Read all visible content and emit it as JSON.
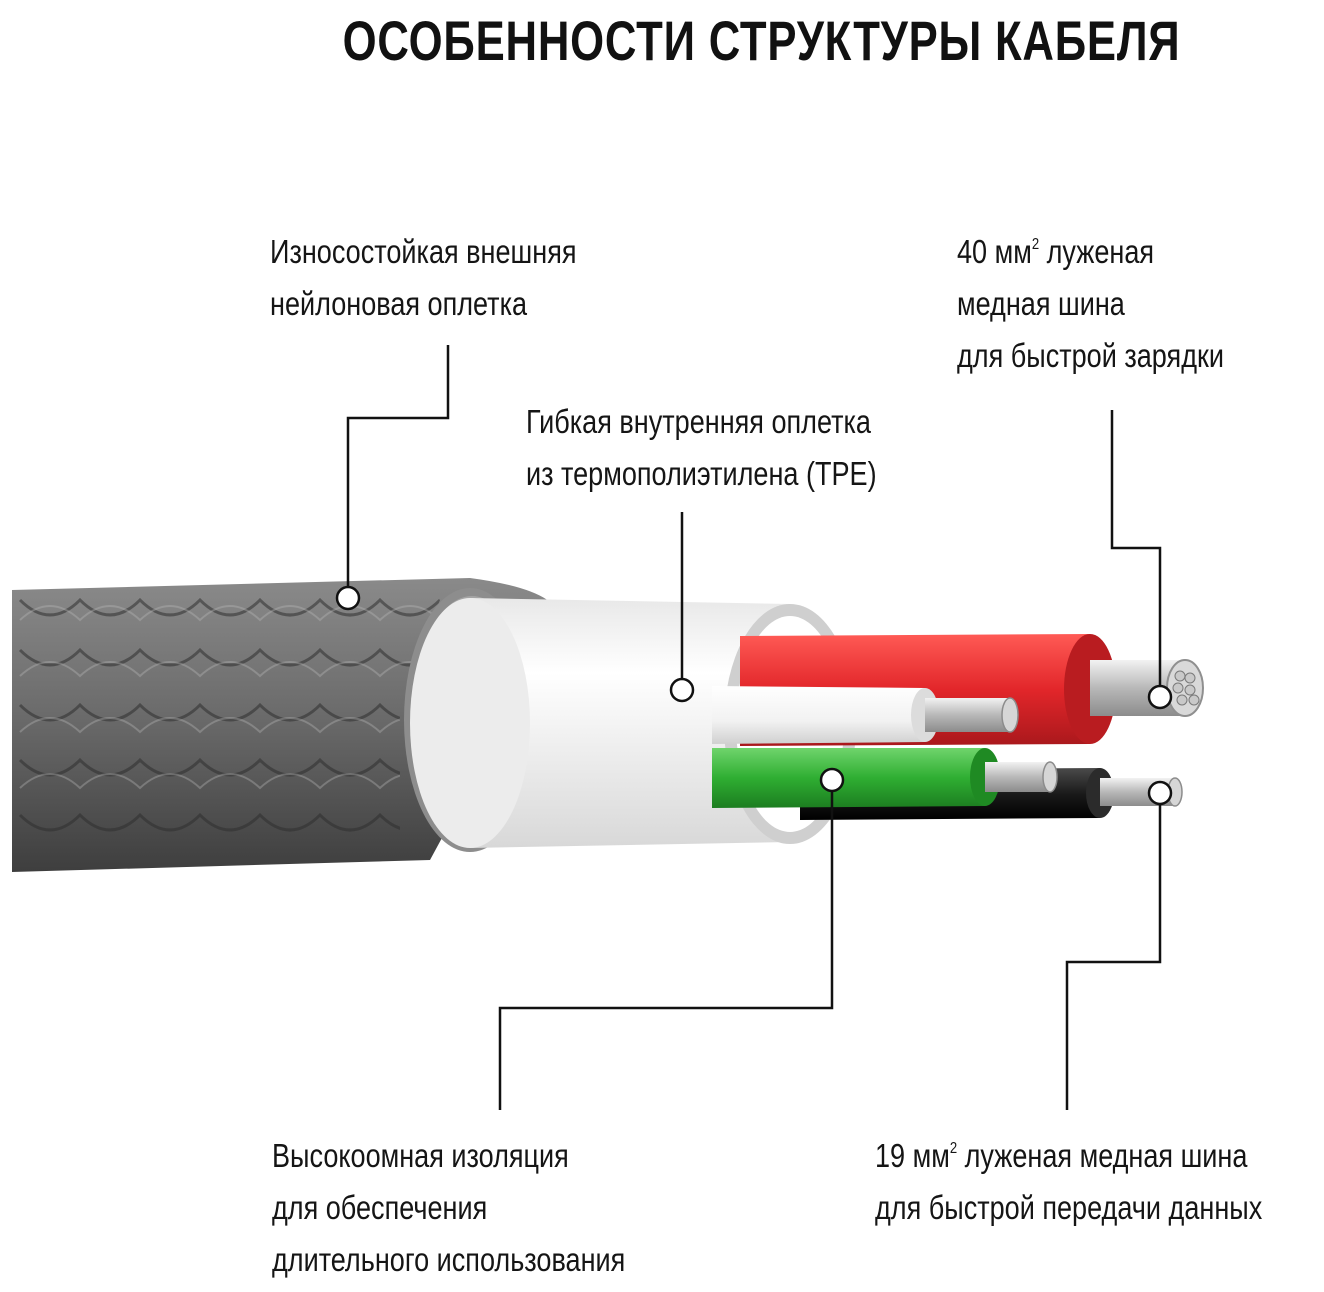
{
  "title": "ОСОБЕННОСТИ СТРУКТУРЫ КАБЕЛЯ",
  "labels": {
    "outer_braid": {
      "line1": "Износостойкая внешняя",
      "line2": "нейлоновая оплетка"
    },
    "inner_braid": {
      "line1": "Гибкая внутренняя оплетка",
      "line2": "из термополиэтилена (TPE)"
    },
    "power_bus": {
      "line1_pre": "40 мм",
      "sup": "2",
      "line1_post": " луженая",
      "line2": "медная шина",
      "line3": "для быстрой зарядки"
    },
    "insulation": {
      "line1": "Высокоомная изоляция",
      "line2": "для обеспечения",
      "line3": "длительного использования"
    },
    "data_bus": {
      "line1_pre": "19 мм",
      "sup": "2",
      "line1_post": " луженая медная шина",
      "line2": "для быстрой передачи данных"
    }
  },
  "colors": {
    "braid": "#6f6f6f",
    "braid_dark": "#454545",
    "jacket": "#f4f4f4",
    "red_wire": "#e2262a",
    "white_wire": "#fafafa",
    "green_wire": "#2fae32",
    "black_wire": "#1a1a1a",
    "copper": "#c9c9c9"
  }
}
